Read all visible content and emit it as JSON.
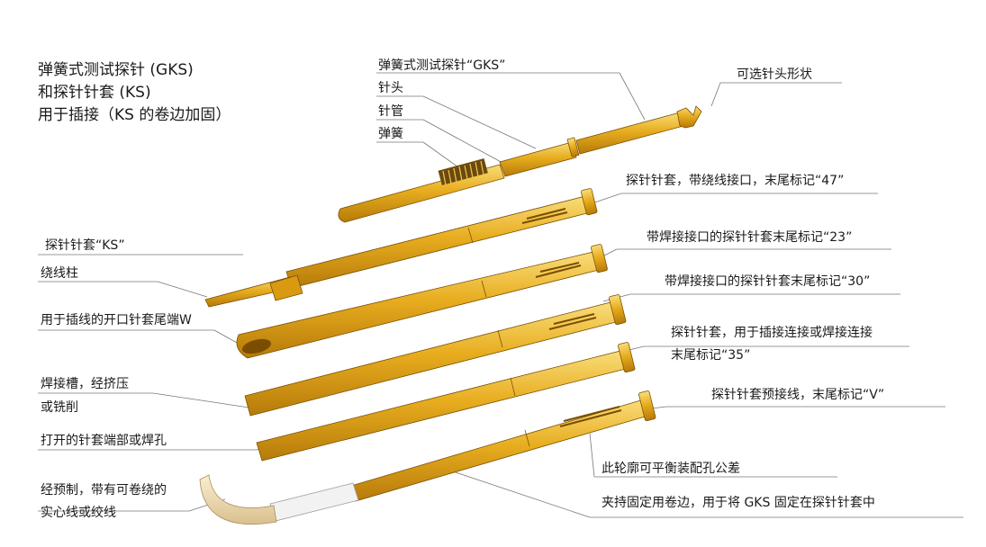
{
  "title": {
    "line1": "弹簧式测试探针 (GKS)",
    "line2": "和探针针套 (KS)",
    "line3": "用于插接（KS 的卷边加固）"
  },
  "labels": {
    "gks_probe": "弹簧式测试探针“GKS”",
    "probe_head": "针头",
    "barrel": "针管",
    "spring": "弹簧",
    "optional_head": "可选针头形状",
    "receptacle_47": "探针针套，带绕线接口，末尾标记“47”",
    "receptacle_ks": "探针针套“KS”",
    "wrap_post": "绕线柱",
    "receptacle_23": "带焊接接口的探针针套末尾标记“23”",
    "receptacle_30": "带焊接接口的探针针套末尾标记“30”",
    "slotted_end": "用于插线的开口针套尾端W",
    "receptacle_35_line1": "探针针套，用于插接连接或焊接连接",
    "receptacle_35_line2": "末尾标记“35”",
    "solder_groove_line1": "焊接槽，经挤压",
    "solder_groove_line2": "或铣削",
    "receptacle_v": "探针针套预接线，末尾标记“V”",
    "open_end": "打开的针套端部或焊孔",
    "press_fit": "此轮廓可平衡装配孔公差",
    "prewired_line1": "经预制，带有可卷绕的",
    "prewired_line2": "实心线或绞线",
    "crimp": "夹持固定用卷边，用于将 GKS 固定在探针针套中"
  },
  "colors": {
    "gold": "#e3a81c",
    "gold_light": "#f7d36a",
    "gold_dark": "#a36d08",
    "leader": "#555555"
  }
}
